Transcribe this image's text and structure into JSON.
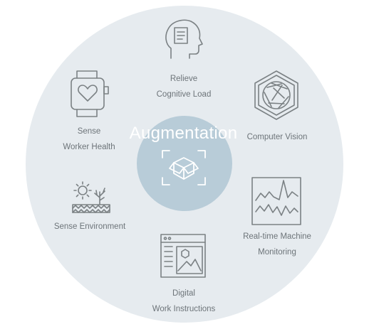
{
  "center": {
    "title": "Augmentation",
    "icon": "package-scan-icon"
  },
  "items": [
    {
      "id": "cognitive",
      "icon": "head-document-icon",
      "lines": [
        "Relieve",
        "Cognitive Load"
      ]
    },
    {
      "id": "vision",
      "icon": "camera-aperture-hexagon-icon",
      "lines": [
        "Computer Vision"
      ]
    },
    {
      "id": "machine",
      "icon": "waveform-monitor-icon",
      "lines": [
        "Real-time Machine",
        "Monitoring"
      ]
    },
    {
      "id": "instructions",
      "icon": "media-window-icon",
      "lines": [
        "Digital",
        "Work Instructions"
      ]
    },
    {
      "id": "environment",
      "icon": "sun-tree-ground-icon",
      "lines": [
        "Sense Environment"
      ]
    },
    {
      "id": "health",
      "icon": "smartwatch-heart-icon",
      "lines": [
        "Sense",
        "Worker Health"
      ]
    }
  ],
  "colors": {
    "outer_circle": "#e6ebef",
    "inner_circle": "#b8ccd8",
    "icon_stroke": "#7b8184",
    "label_text": "#6d7479",
    "center_text": "#ffffff"
  }
}
